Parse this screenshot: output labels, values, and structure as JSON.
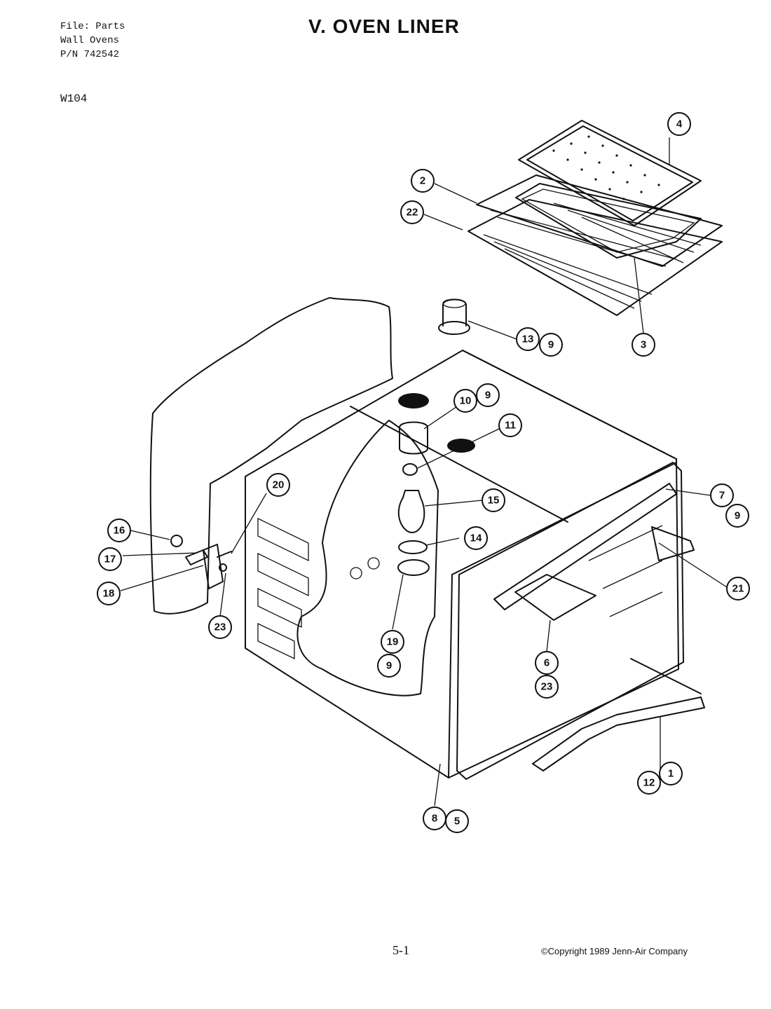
{
  "header": {
    "file_line": "File: Parts",
    "product_line": "Wall Ovens",
    "part_number_line": "P/N 742542",
    "title": "V. OVEN LINER",
    "model": "W104"
  },
  "footer": {
    "page_number": "5-1",
    "copyright": "©Copyright 1989 Jenn-Air Company"
  },
  "callouts": [
    {
      "id": "c4",
      "label": "4"
    },
    {
      "id": "c2",
      "label": "2"
    },
    {
      "id": "c22",
      "label": "22"
    },
    {
      "id": "c3",
      "label": "3"
    },
    {
      "id": "c13",
      "label": "13"
    },
    {
      "id": "c9a",
      "label": "9"
    },
    {
      "id": "c10",
      "label": "10"
    },
    {
      "id": "c9b",
      "label": "9"
    },
    {
      "id": "c11",
      "label": "11"
    },
    {
      "id": "c20",
      "label": "20"
    },
    {
      "id": "c15",
      "label": "15"
    },
    {
      "id": "c7",
      "label": "7"
    },
    {
      "id": "c9c",
      "label": "9"
    },
    {
      "id": "c16",
      "label": "16"
    },
    {
      "id": "c14",
      "label": "14"
    },
    {
      "id": "c17",
      "label": "17"
    },
    {
      "id": "c21",
      "label": "21"
    },
    {
      "id": "c18",
      "label": "18"
    },
    {
      "id": "c23a",
      "label": "23"
    },
    {
      "id": "c19",
      "label": "19"
    },
    {
      "id": "c9d",
      "label": "9"
    },
    {
      "id": "c6",
      "label": "6"
    },
    {
      "id": "c23b",
      "label": "23"
    },
    {
      "id": "c12",
      "label": "12"
    },
    {
      "id": "c1",
      "label": "1"
    },
    {
      "id": "c8",
      "label": "8"
    },
    {
      "id": "c5",
      "label": "5"
    }
  ]
}
